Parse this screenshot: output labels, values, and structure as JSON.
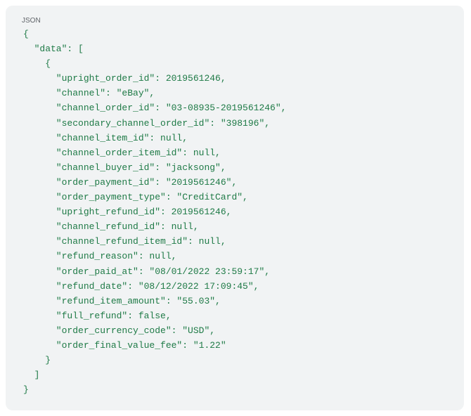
{
  "code_block": {
    "language_label": "JSON",
    "lines": [
      "{",
      "  \"data\": [",
      "    {",
      "      \"upright_order_id\": 2019561246,",
      "      \"channel\": \"eBay\",",
      "      \"channel_order_id\": \"03-08935-2019561246\",",
      "      \"secondary_channel_order_id\": \"398196\",",
      "      \"channel_item_id\": null,",
      "      \"channel_order_item_id\": null,",
      "      \"channel_buyer_id\": \"jacksong\",",
      "      \"order_payment_id\": \"2019561246\",",
      "      \"order_payment_type\": \"CreditCard\",",
      "      \"upright_refund_id\": 2019561246,",
      "      \"channel_refund_id\": null,",
      "      \"channel_refund_item_id\": null,",
      "      \"refund_reason\": null,",
      "      \"order_paid_at\": \"08/01/2022 23:59:17\",",
      "      \"refund_date\": \"08/12/2022 17:09:45\",",
      "      \"refund_item_amount\": \"55.03\",",
      "      \"full_refund\": false,",
      "      \"order_currency_code\": \"USD\",",
      "      \"order_final_value_fee\": \"1.22\"",
      "    }",
      "  ]",
      "}"
    ]
  },
  "colors": {
    "text": "#1e7a46",
    "background": "#f1f3f4"
  }
}
